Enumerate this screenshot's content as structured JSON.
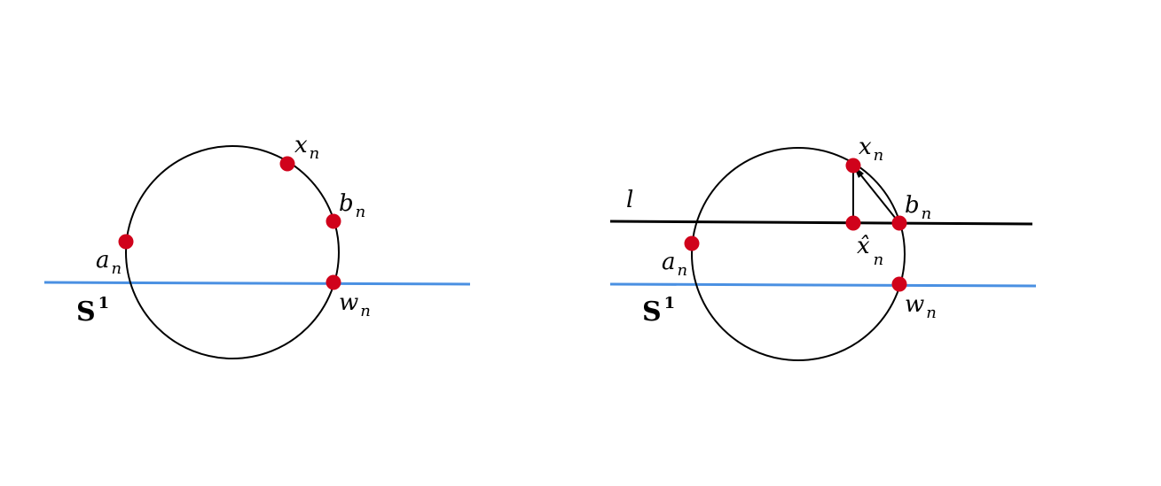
{
  "colors": {
    "circle": "#000000",
    "baseline": "#4a90e2",
    "point": "#d0021b",
    "line_l": "#000000"
  },
  "left": {
    "labels": {
      "x": "x",
      "x_sub": "n",
      "b": "b",
      "b_sub": "n",
      "a": "a",
      "a_sub": "n",
      "w": "w",
      "w_sub": "n",
      "s": "S",
      "s_sup": "1"
    }
  },
  "right": {
    "labels": {
      "l": "l",
      "x": "x",
      "x_sub": "n",
      "b": "b",
      "b_sub": "n",
      "xhat": "x̂",
      "xhat_sub": "n",
      "a": "a",
      "a_sub": "n",
      "w": "w",
      "w_sub": "n",
      "s": "S",
      "s_sup": "1"
    }
  }
}
